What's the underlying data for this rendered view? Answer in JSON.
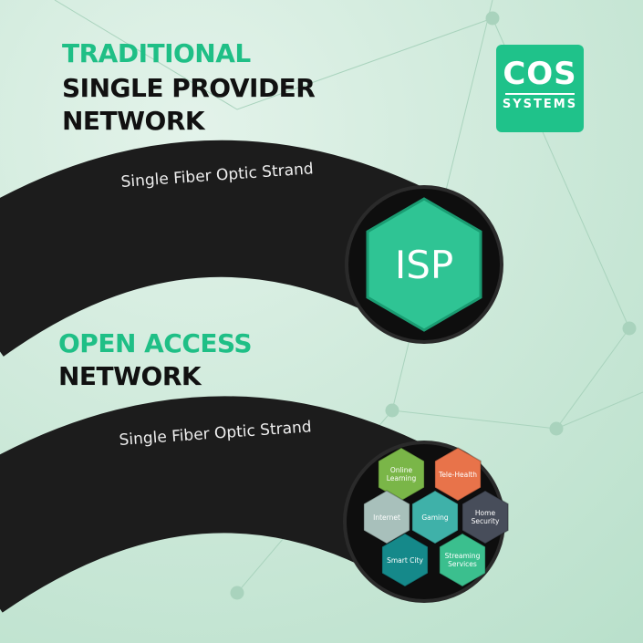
{
  "traditional": {
    "line1": "TRADITIONAL",
    "line2": "SINGLE PROVIDER",
    "line3": "NETWORK",
    "cable_label": "Single Fiber Optic Strand",
    "provider": "ISP"
  },
  "open_access": {
    "line1": "OPEN ACCESS",
    "line2": "NETWORK",
    "cable_label": "Single Fiber Optic Strand",
    "services": [
      {
        "label": "Online Learning",
        "color": "#7ab648"
      },
      {
        "label": "Tele-Health",
        "color": "#e8734a"
      },
      {
        "label": "Internet",
        "color": "#a8c0bb"
      },
      {
        "label": "Gaming",
        "color": "#3fb1a9"
      },
      {
        "label": "Home Security",
        "color": "#474d5a"
      },
      {
        "label": "Smart City",
        "color": "#15898a"
      },
      {
        "label": "Streaming Services",
        "color": "#3bbf8e"
      }
    ]
  },
  "logo": {
    "name": "COS",
    "sub": "SYSTEMS"
  },
  "colors": {
    "accent": "#1fbf86",
    "cable": "#1e1e1e",
    "isp": "#2fc494"
  }
}
